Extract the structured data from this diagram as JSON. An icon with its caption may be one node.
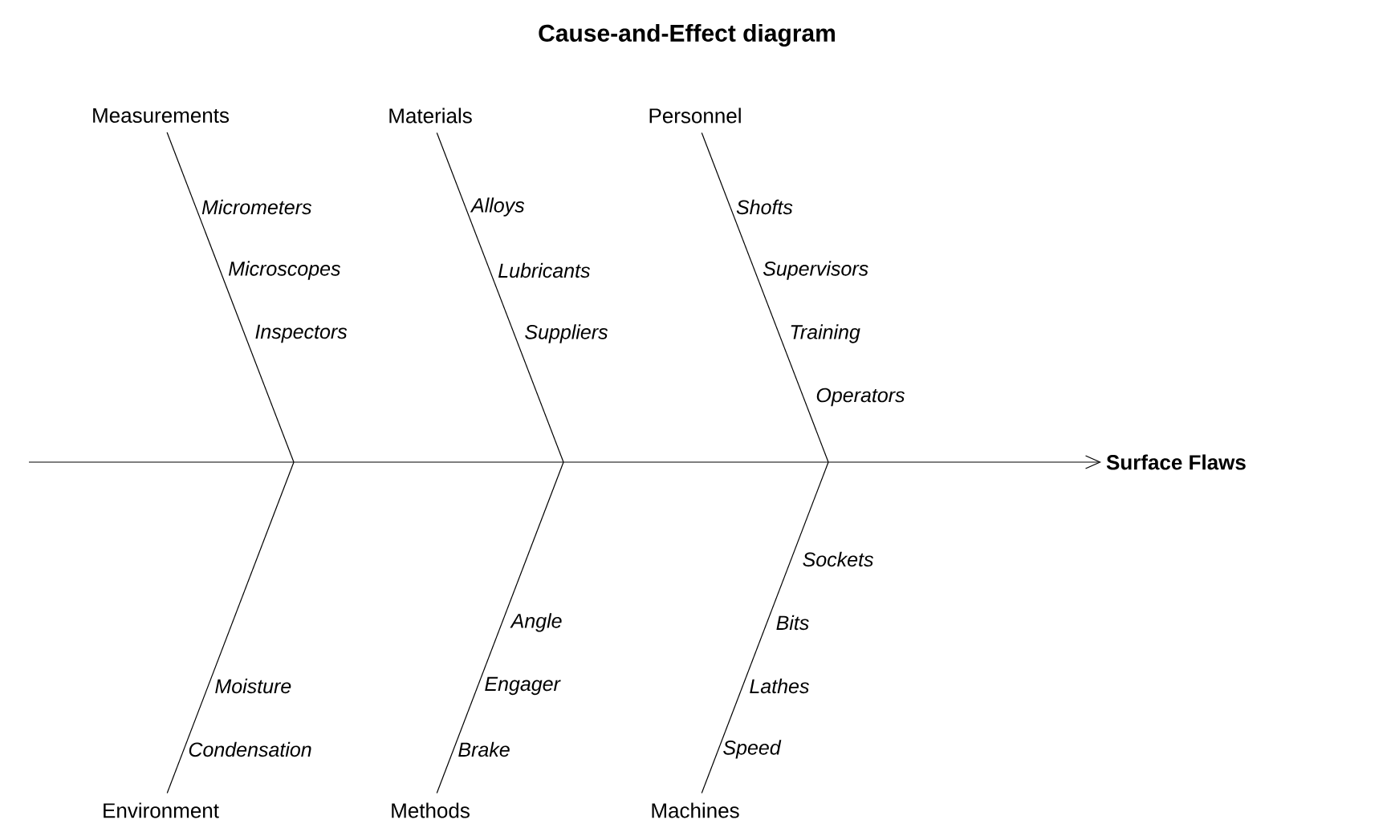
{
  "diagram": {
    "title": "Cause-and-Effect diagram",
    "nodes": [
      {
        "text": [
          "Measurements"
        ],
        "beside": [
          "Micrometers",
          "Microscopes",
          "Inspectors"
        ]
      },
      {
        "text": [
          "Materials"
        ],
        "beside": [
          "Alloys",
          "Lubricants",
          "Suppliers"
        ]
      },
      {
        "text": [
          "Personnel"
        ],
        "beside": [
          "Shofts",
          "Supervisors",
          "Training",
          "Operators"
        ]
      },
      {
        "text": [
          "Surface Flaws"
        ]
      },
      {
        "text": [
          "Environment"
        ],
        "beside": [
          "Moisture",
          "Condensation"
        ]
      },
      {
        "text": [
          "Methods"
        ],
        "beside": [
          "Angle",
          "Engager",
          "Brake"
        ]
      },
      {
        "text": [
          "Machines"
        ],
        "beside": [
          "Sockets",
          "Bits",
          "Lathes",
          "Speed"
        ]
      }
    ],
    "edges": [
      {
        "from": 0,
        "to": null,
        "arrow": "none"
      },
      {
        "from": 1,
        "to": null,
        "arrow": "none"
      },
      {
        "from": 2,
        "to": null,
        "arrow": "none"
      },
      {
        "from": 4,
        "to": null,
        "arrow": "none"
      },
      {
        "from": 5,
        "to": null,
        "arrow": "none"
      },
      {
        "from": 6,
        "to": null,
        "arrow": "none"
      },
      {
        "from": null,
        "to": 3,
        "arrow": "to"
      }
    ]
  }
}
